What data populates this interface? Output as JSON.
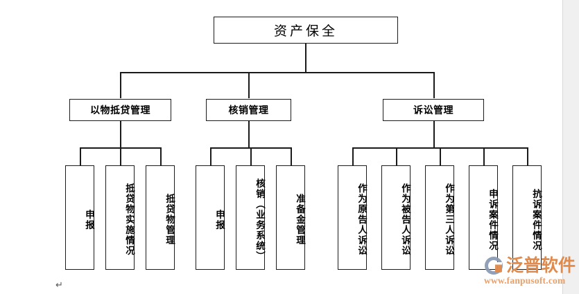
{
  "page": {
    "background": "#ffffff",
    "border_color": "#1a1a1a",
    "paragraph_mark": "↵"
  },
  "chart_data": {
    "type": "diagram",
    "subtype": "org-tree",
    "title": "资产保全",
    "root": {
      "label": "资产保全"
    },
    "levels": 3,
    "nodes": [
      {
        "id": "root",
        "label": "资产保全",
        "level": 1,
        "parent": null
      },
      {
        "id": "g1",
        "label": "以物抵贷管理",
        "level": 2,
        "parent": "root"
      },
      {
        "id": "g2",
        "label": "核销管理",
        "level": 2,
        "parent": "root"
      },
      {
        "id": "g3",
        "label": "诉讼管理",
        "level": 2,
        "parent": "root"
      },
      {
        "id": "g1c1",
        "label": "申报",
        "level": 3,
        "parent": "g1"
      },
      {
        "id": "g1c2",
        "label": "抵贷物实施情况",
        "level": 3,
        "parent": "g1"
      },
      {
        "id": "g1c3",
        "label": "抵贷物管理",
        "level": 3,
        "parent": "g1"
      },
      {
        "id": "g2c1",
        "label": "申报",
        "level": 3,
        "parent": "g2"
      },
      {
        "id": "g2c2",
        "label": "核销（业务系统）",
        "level": 3,
        "parent": "g2"
      },
      {
        "id": "g2c3",
        "label": "准备金管理",
        "level": 3,
        "parent": "g2"
      },
      {
        "id": "g3c1",
        "label": "作为原告人诉讼",
        "level": 3,
        "parent": "g3"
      },
      {
        "id": "g3c2",
        "label": "作为被告人诉讼",
        "level": 3,
        "parent": "g3"
      },
      {
        "id": "g3c3",
        "label": "作为第三人诉讼",
        "level": 3,
        "parent": "g3"
      },
      {
        "id": "g3c4",
        "label": "申诉案件情况",
        "level": 3,
        "parent": "g3"
      },
      {
        "id": "g3c5",
        "label": "抗诉案件情况",
        "level": 3,
        "parent": "g3"
      }
    ]
  },
  "tree": {
    "root": {
      "label": "资产保全"
    },
    "groups": [
      {
        "label": "以物抵贷管理",
        "children": [
          {
            "label": "申报"
          },
          {
            "label": "抵贷物实施情况"
          },
          {
            "label": "抵贷物管理"
          }
        ]
      },
      {
        "label": "核销管理",
        "children": [
          {
            "label": "申报"
          },
          {
            "label": "核销（业务系统）"
          },
          {
            "label": "准备金管理"
          }
        ]
      },
      {
        "label": "诉讼管理",
        "children": [
          {
            "label": "作为原告人诉讼"
          },
          {
            "label": "作为被告人诉讼"
          },
          {
            "label": "作为第三人诉讼"
          },
          {
            "label": "申诉案件情况"
          },
          {
            "label": "抗诉案件情况"
          }
        ]
      }
    ]
  },
  "watermark": {
    "brand": "泛普软件",
    "url": "www.fanpusoft.com",
    "brand_color": "#e08a4c",
    "url_color": "#e8a06a",
    "mark_blue": "#8d9bb5",
    "mark_orange": "#e08a4c"
  }
}
